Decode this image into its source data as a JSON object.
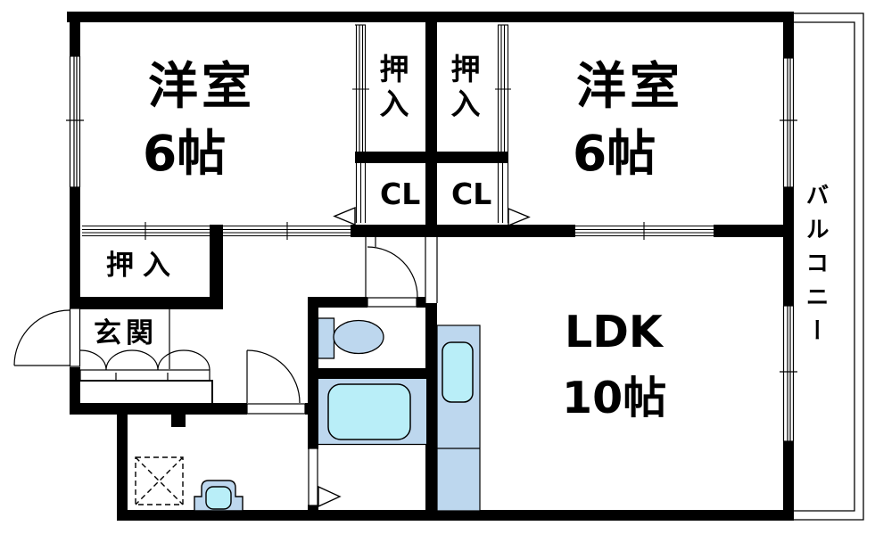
{
  "floor_plan": {
    "rooms": {
      "bedroom1": {
        "name": "洋室",
        "size": "6帖"
      },
      "bedroom2": {
        "name": "洋室",
        "size": "6帖"
      },
      "ldk": {
        "name": "LDK",
        "size": "10帖"
      },
      "entrance": {
        "label": "玄関"
      },
      "balcony": {
        "label": "バルコニー"
      },
      "oshiire_side": {
        "label": "押入"
      },
      "oshiire_top_left": {
        "label": "押入"
      },
      "oshiire_top_right": {
        "label": "押入"
      },
      "closet_left": {
        "label": "CL"
      },
      "closet_right": {
        "label": "CL"
      }
    },
    "fixtures": [
      "toilet",
      "bathtub",
      "kitchen-counter-sink",
      "washbasin",
      "washing-machine-pan",
      "shoe-cabinet"
    ],
    "doors": [
      "entrance-door",
      "toilet-door",
      "washroom-door",
      "bathroom-folding-door"
    ],
    "colors": {
      "wall": "#000000",
      "fixture_fill": "#bdd7ee",
      "fixture_inner": "#b9eef8",
      "background": "#ffffff"
    }
  }
}
